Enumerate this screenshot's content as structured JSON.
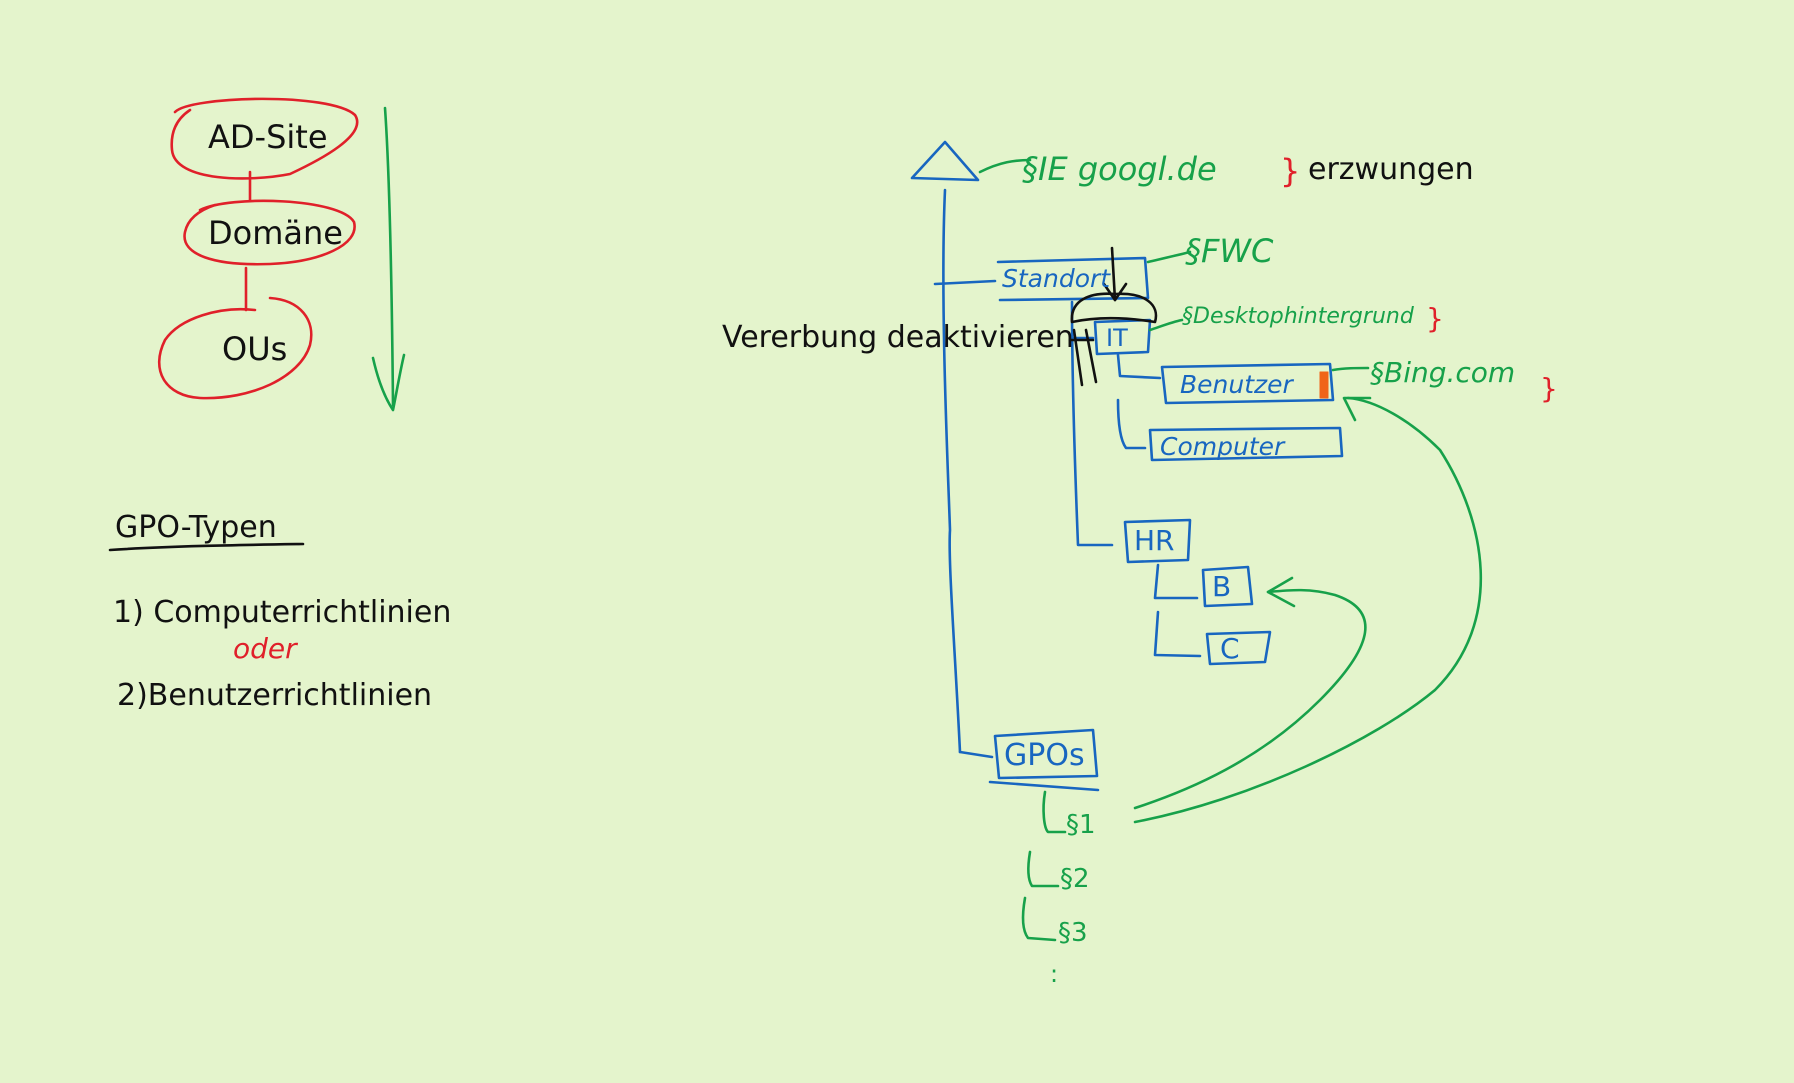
{
  "hierarchy": {
    "site": "AD-Site",
    "domain": "Domäne",
    "ous": "OUs"
  },
  "gpo_types": {
    "heading": "GPO-Typen",
    "item1": "1) Computerrichtlinien",
    "or": "oder",
    "item2": "2)Benutzerrichtlinien"
  },
  "tree": {
    "policy_ie": "§IE googl.de",
    "policy_ie_close": "}",
    "enforced": "erzwungen",
    "policy_fwc": "§FWC",
    "root": "Standort",
    "inheritance": "Vererbung deaktivieren",
    "ou_it": "IT",
    "policy_desktop": "§Desktophintergrund",
    "policy_desktop_close": "}",
    "ou_users": "Benutzer",
    "policy_bing": "§Bing.com",
    "policy_bing_close": "}",
    "ou_computer": "Computer",
    "ou_hr": "HR",
    "ou_b": "B",
    "ou_c": "C",
    "gpos": "GPOs",
    "gpo1": "§1",
    "gpo2": "§2",
    "gpo3": "§3",
    "more": ":"
  },
  "colors": {
    "background": "#e4f4cc",
    "red": "#e0202a",
    "green": "#17a14a",
    "blue": "#1866c0",
    "black": "#111111",
    "orange_marker": "#f06418"
  }
}
